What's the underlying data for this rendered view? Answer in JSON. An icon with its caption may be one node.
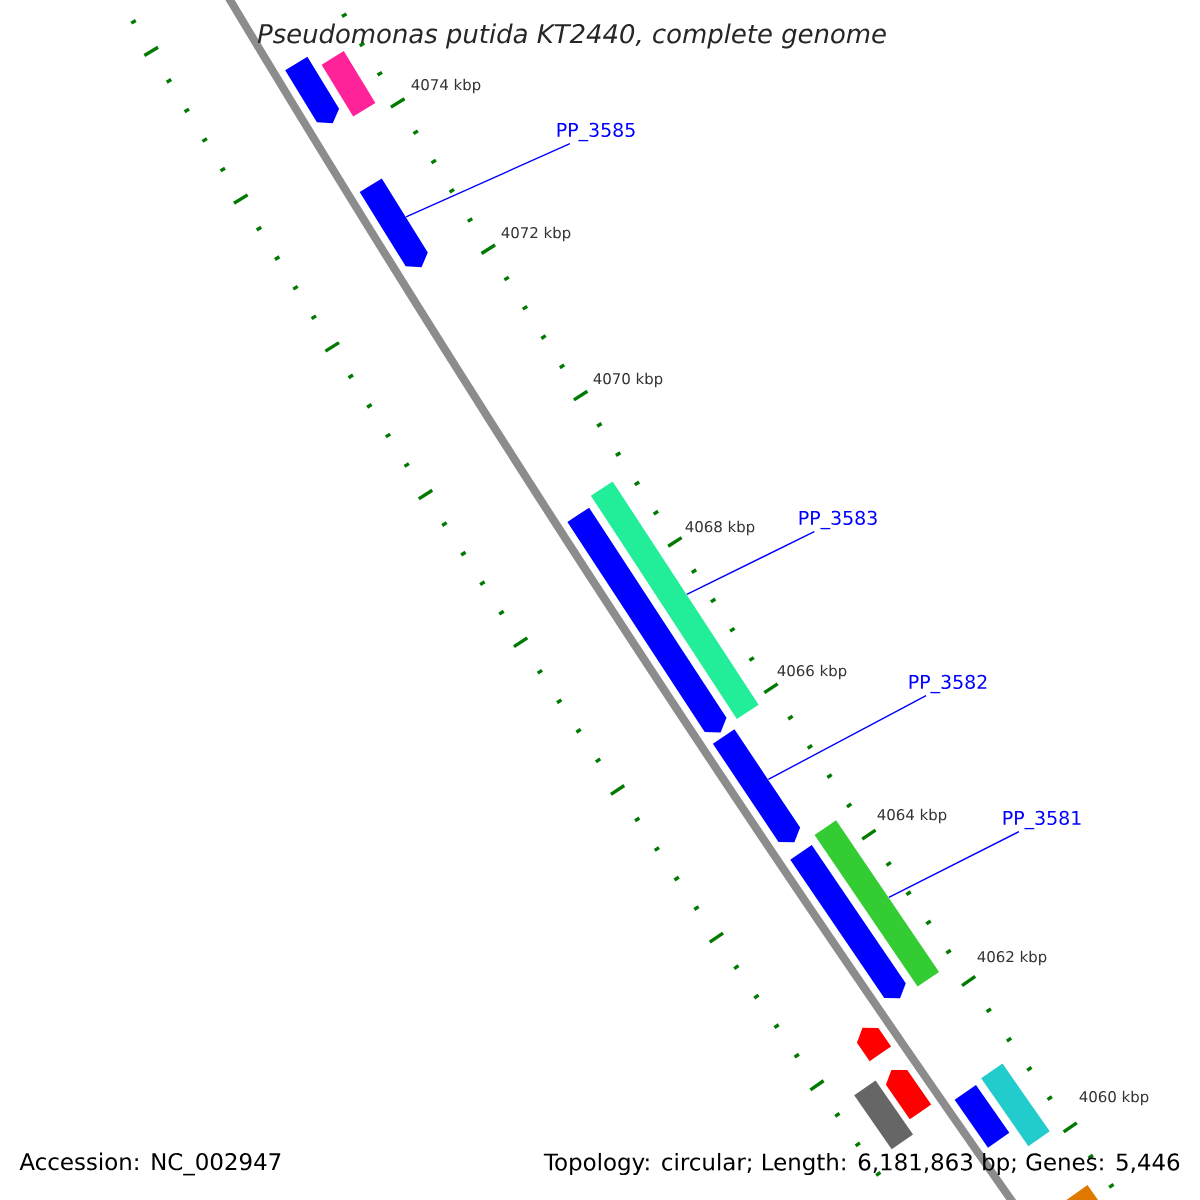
{
  "diagram": {
    "title": "Pseudomonas putida KT2440, complete genome",
    "nodes": [
      {
        "text": [
          "PP_3585"
        ]
      },
      {
        "text": [],
        "shape": "arrow"
      },
      {
        "text": [
          "PP_3583"
        ]
      },
      {
        "text": [],
        "shape": "bar"
      },
      {
        "text": [
          "PP_3582"
        ]
      },
      {
        "text": [],
        "shape": "arrow"
      },
      {
        "text": [
          "PP_3581"
        ]
      },
      {
        "text": [],
        "shape": "bar"
      },
      {
        "text": [],
        "shape": "arrow"
      },
      {
        "text": [],
        "shape": "bar"
      },
      {
        "text": [],
        "shape": "arrow"
      },
      {
        "text": [],
        "shape": "arrow"
      },
      {
        "text": [],
        "shape": "arrow"
      },
      {
        "text": [],
        "shape": "arrow"
      },
      {
        "text": [],
        "shape": "bar"
      },
      {
        "text": [],
        "shape": "bar"
      },
      {
        "text": [],
        "shape": "bar"
      },
      {
        "text": [],
        "shape": "bar"
      }
    ],
    "edges": [
      {
        "from": 0,
        "to": 1,
        "arrow": "none"
      },
      {
        "from": 2,
        "to": 3,
        "arrow": "none"
      },
      {
        "from": 4,
        "to": 5,
        "arrow": "none"
      },
      {
        "from": 6,
        "to": 7,
        "arrow": "none"
      }
    ],
    "labels": [
      "4074 kbp",
      "4072 kbp",
      "4070 kbp",
      "4068 kbp",
      "4066 kbp",
      "4064 kbp",
      "4062 kbp",
      "4060 kbp",
      "Accession: NC_002947",
      "Topology: circular; Length: 6,181,863 bp; Genes: 5,446"
    ]
  }
}
